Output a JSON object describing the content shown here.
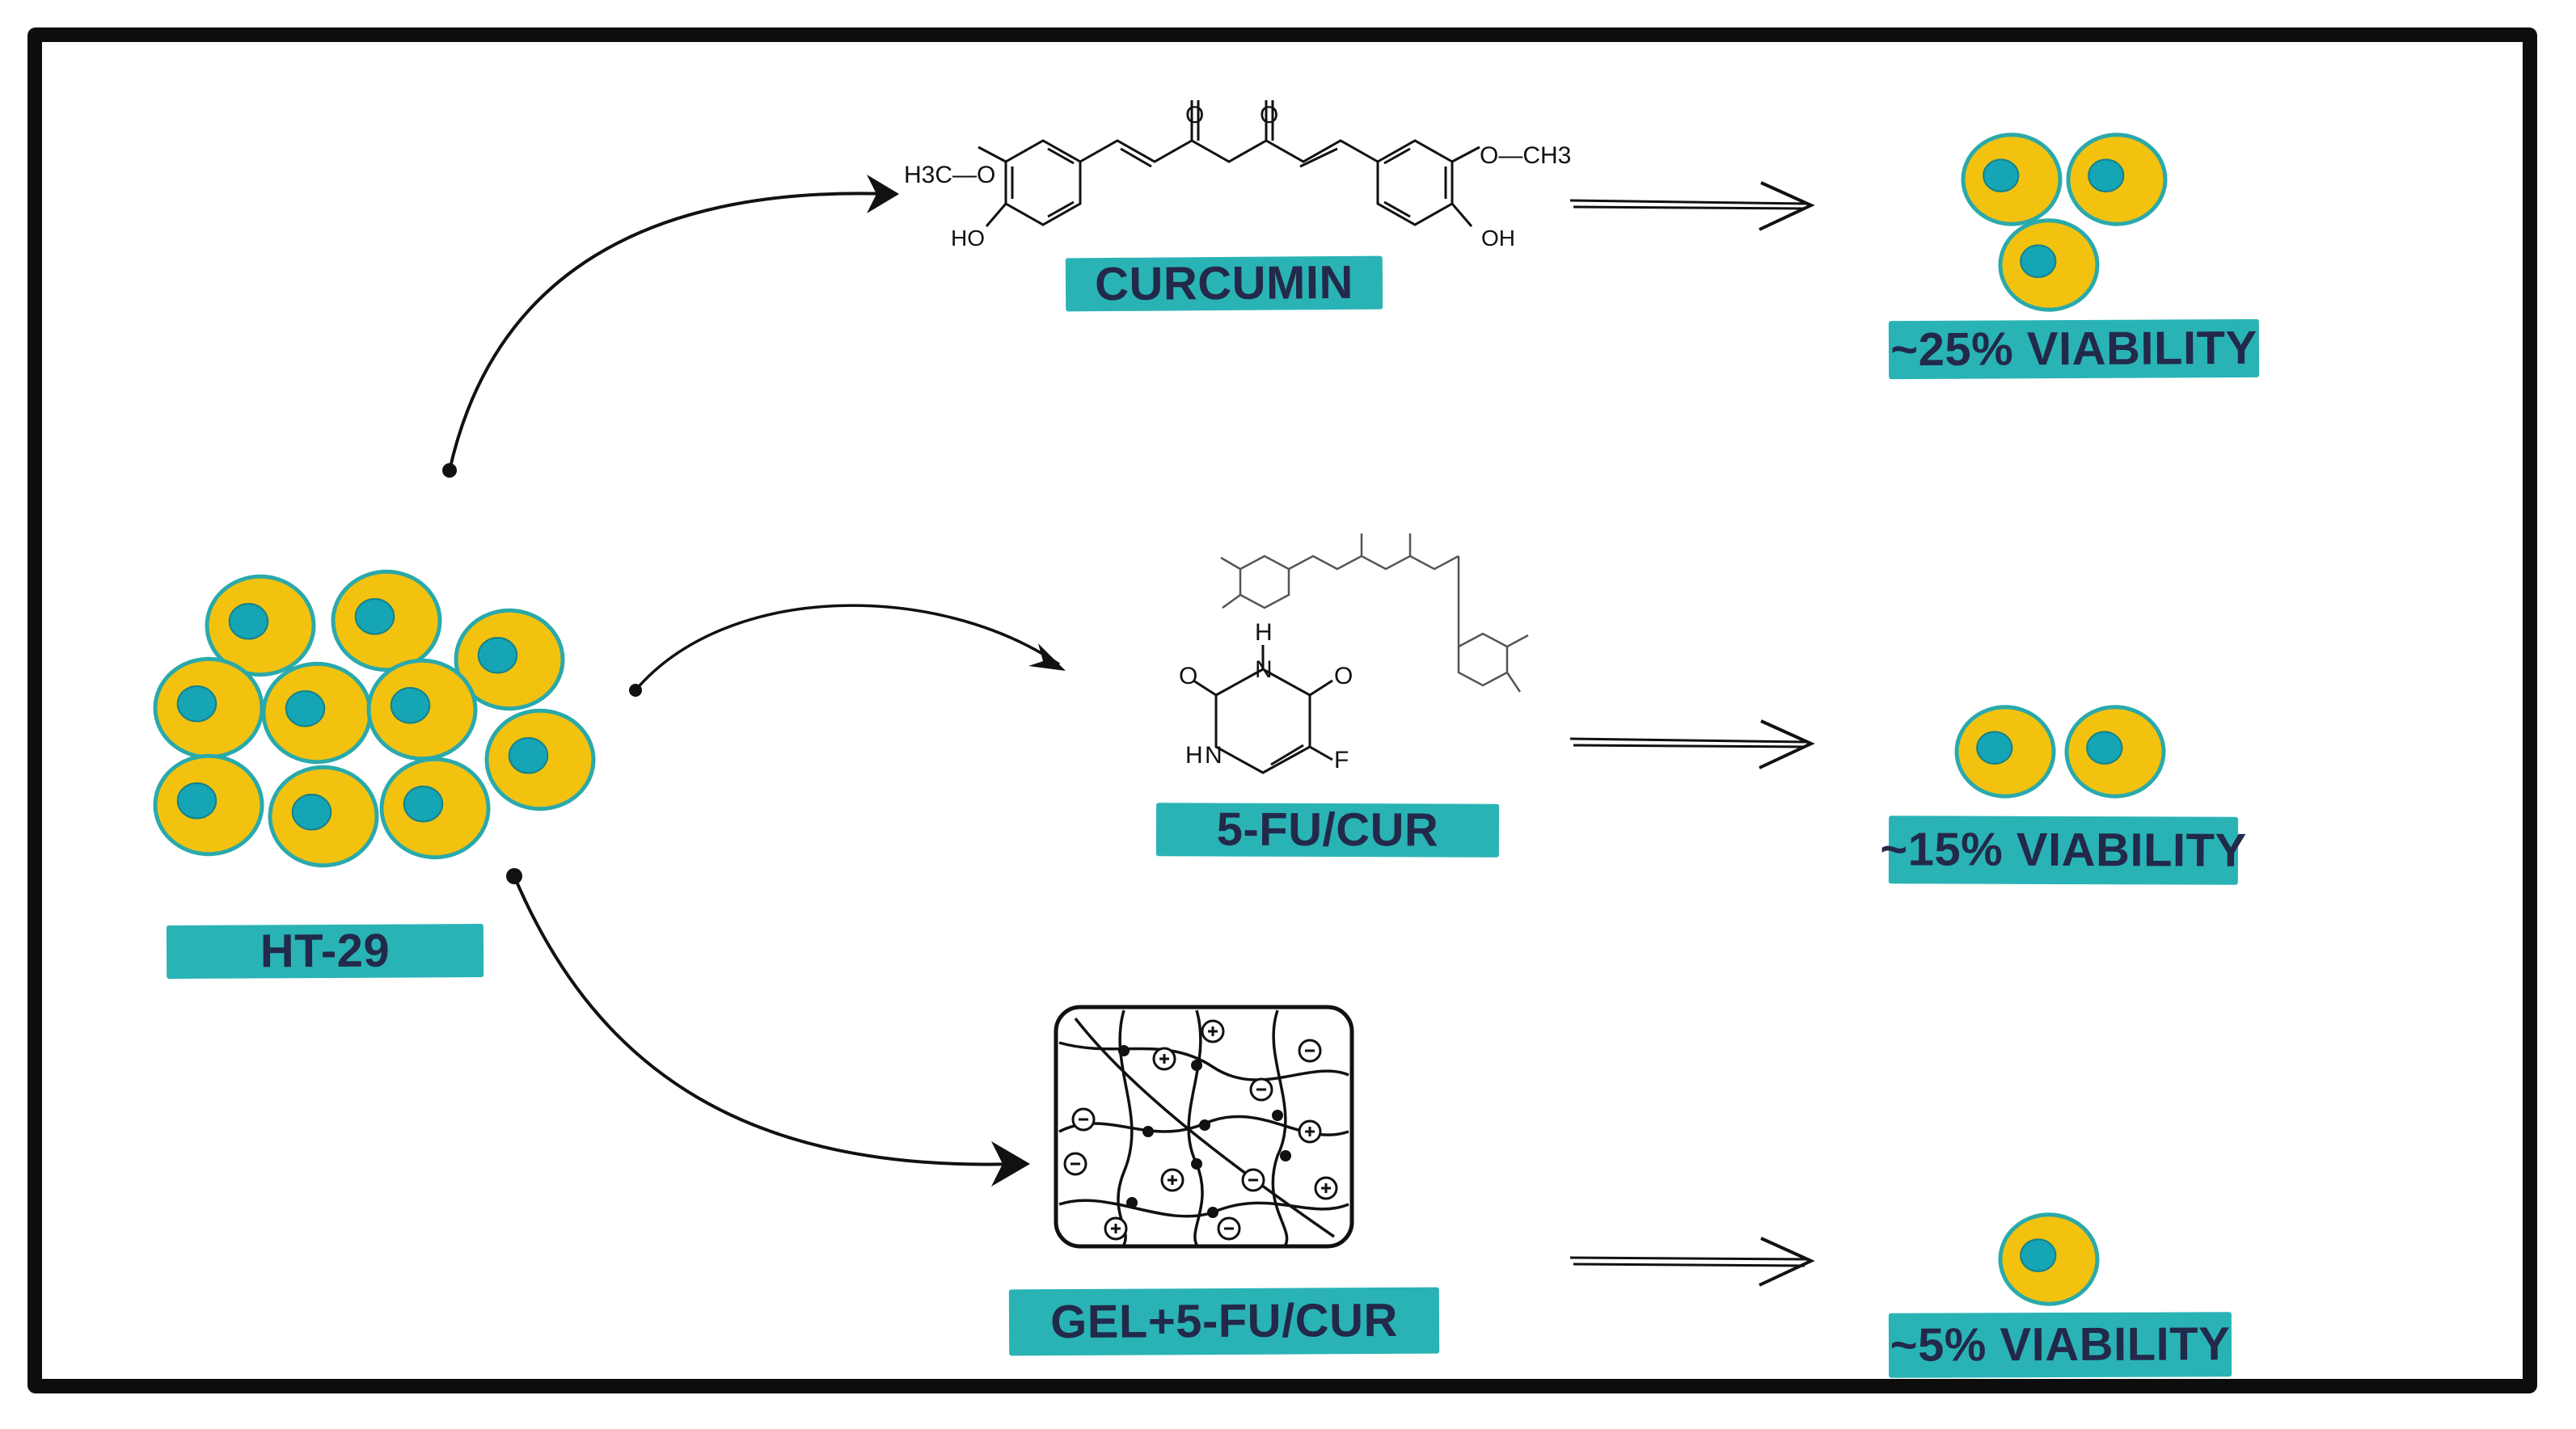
{
  "colors": {
    "cell_fill": "#f3c20f",
    "cell_border": "#2aa9ab",
    "nucleus": "#15a5b5",
    "label_bg": "#2ab3b5",
    "label_text": "#23294a",
    "frame": "#0d0d0d"
  },
  "source": {
    "label": "HT-29",
    "cell_count": 10
  },
  "treatments": [
    {
      "label": "CURCUMIN",
      "viability": "~25% VIABILITY",
      "remaining_cells": 3
    },
    {
      "label": "5-FU/CUR",
      "viability": "~15% VIABILITY",
      "remaining_cells": 2
    },
    {
      "label": "GEL+5-FU/CUR",
      "viability": "~5% VIABILITY",
      "remaining_cells": 1
    }
  ],
  "chem_labels": {
    "h3c_o": "H3C—O",
    "o_ch3": "O—CH3",
    "oh": "OH",
    "ho": "HO",
    "o": "O",
    "h": "H",
    "n": "N",
    "f": "F"
  },
  "icons": [
    "cell-icon",
    "arrow-icon",
    "hydrogel-network-icon",
    "curcumin-structure-icon",
    "fluorouracil-structure-icon"
  ]
}
